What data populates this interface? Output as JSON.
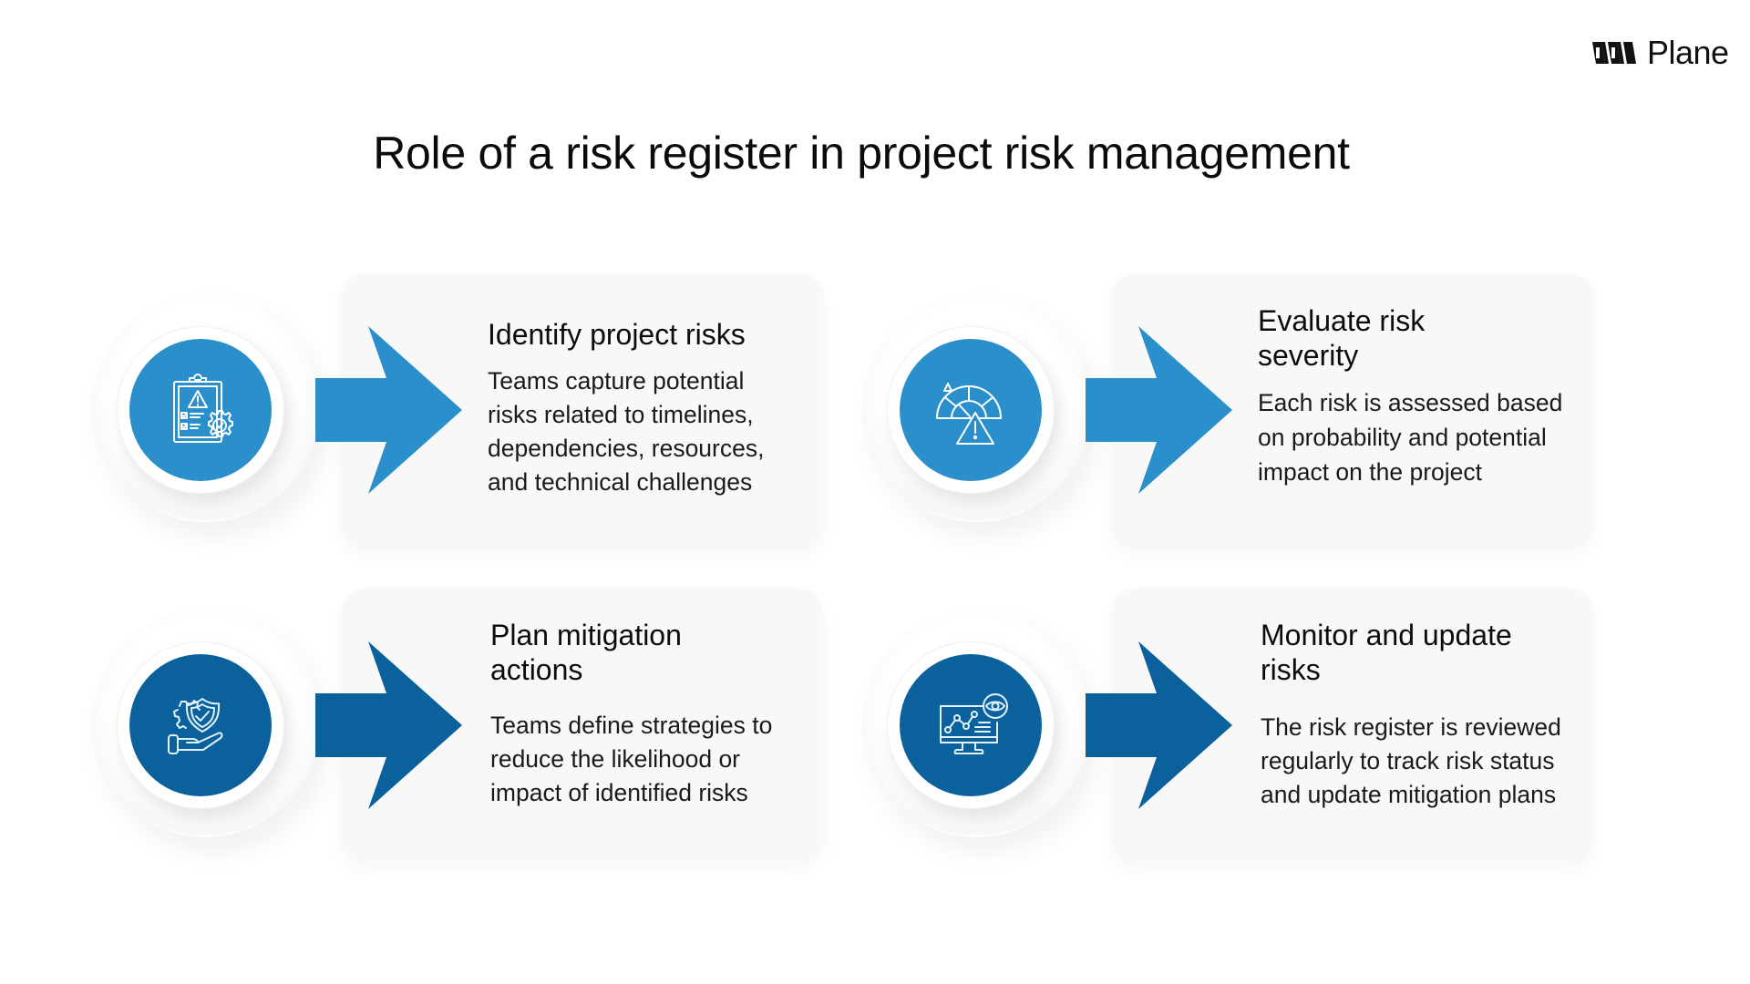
{
  "brand": {
    "name": "Plane",
    "logo_icon": "plane-logo-icon"
  },
  "title": "Role of a risk register in project risk management",
  "colors": {
    "light_blue": "#2b8fcc",
    "dark_blue": "#0a619c",
    "card_bg": "#f8f8f8",
    "text": "#111111",
    "background": "#ffffff"
  },
  "steps": [
    {
      "title": "Identify project risks",
      "body": "Teams capture potential risks related to timelines, dependencies, resources, and technical challenges",
      "icon": "clipboard-warning-gear-icon",
      "color": "light_blue"
    },
    {
      "title": "Evaluate risk severity",
      "body": "Each risk is assessed based on probability and potential impact on the project",
      "icon": "gauge-warning-icon",
      "color": "light_blue"
    },
    {
      "title": "Plan mitigation actions",
      "body": "Teams define strategies to reduce the likelihood or impact of identified risks",
      "icon": "hand-shield-gear-icon",
      "color": "dark_blue"
    },
    {
      "title": "Monitor and update risks",
      "body": "The risk register is reviewed regularly to track risk status and update mitigation plans",
      "icon": "monitor-chart-eye-icon",
      "color": "dark_blue"
    }
  ]
}
